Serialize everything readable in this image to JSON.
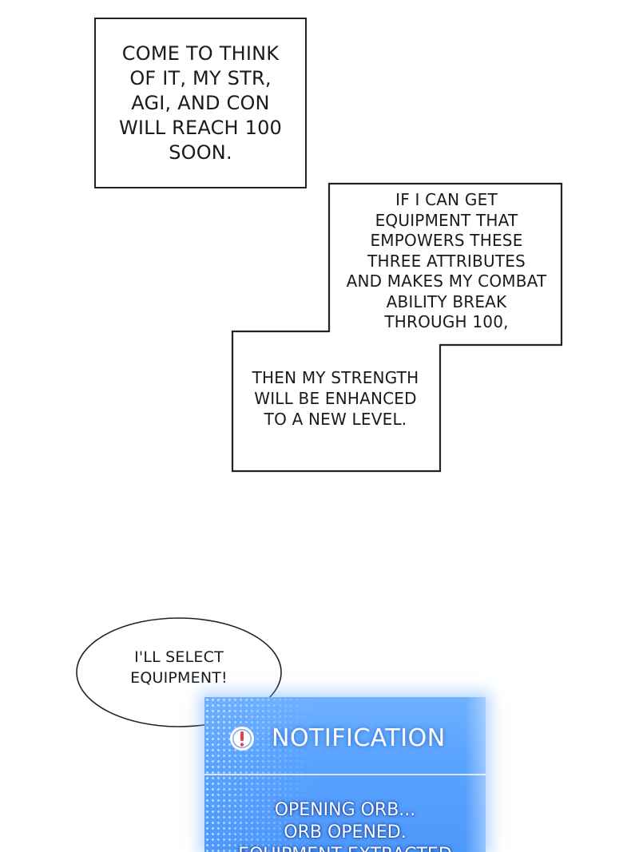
{
  "captions": {
    "box1": "COME TO THINK\nOF IT, MY STR,\nAGI, AND CON\nWILL REACH 100\nSOON.",
    "box2": "IF I CAN GET\nEQUIPMENT THAT\nEMPOWERS THESE\nTHREE ATTRIBUTES\nAND MAKES MY COMBAT\nABILITY BREAK\nTHROUGH 100,",
    "box3": "THEN MY STRENGTH\nWILL BE ENHANCED\nTO A NEW LEVEL."
  },
  "speech_bubble": {
    "text": "I'LL SELECT\nEQUIPMENT!"
  },
  "notification": {
    "icon": "exclamation-circle-icon",
    "title": "NOTIFICATION",
    "body": "OPENING ORB...\nORB OPENED.\nEQUIPMENT EXTRACTED",
    "colors": {
      "panel": "#5aa3ff",
      "text": "#ffffff"
    }
  }
}
